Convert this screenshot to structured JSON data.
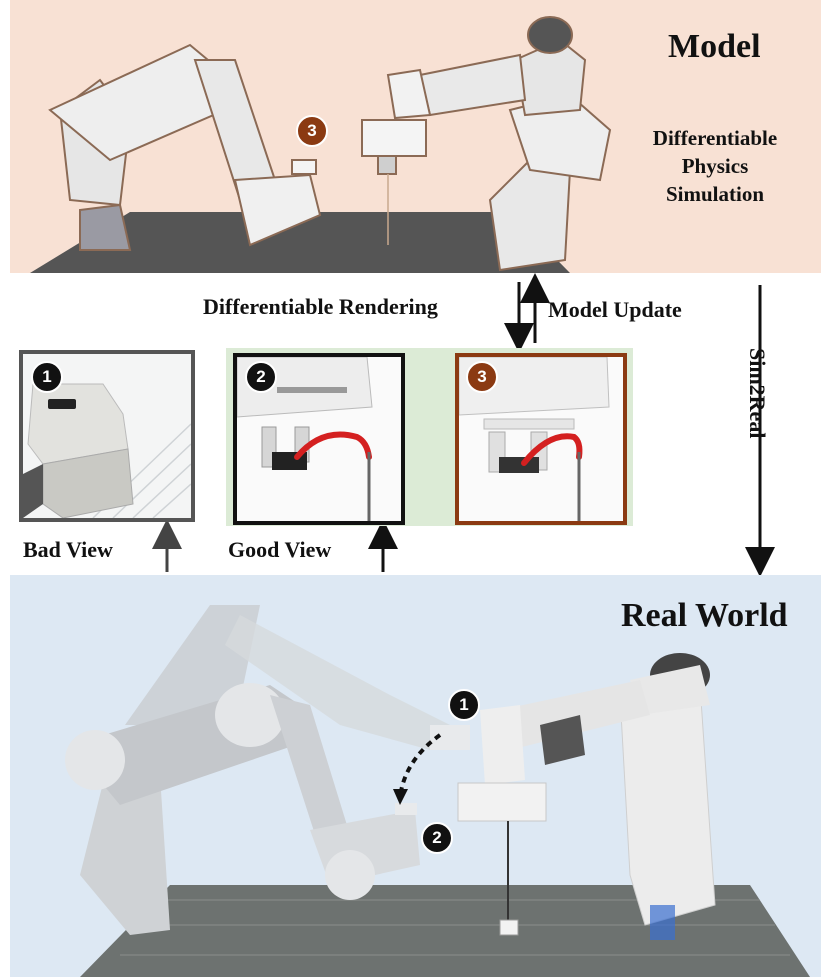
{
  "model": {
    "title": "Model",
    "subtitle_lines": [
      "Differentiable",
      "Physics",
      "Simulation"
    ],
    "marker": "3"
  },
  "middle": {
    "rendering_label": "Differentiable Rendering",
    "update_label": "Model Update",
    "sim2real_label": "Sim2Real",
    "bad_view_label": "Bad View",
    "good_view_label": "Good View",
    "view1_marker": "1",
    "view2_marker": "2",
    "view3_marker": "3"
  },
  "real": {
    "title": "Real World",
    "marker1": "1",
    "marker2": "2"
  },
  "colors": {
    "model_bg": "#f8e1d4",
    "real_bg": "#dde8f3",
    "compare_bg": "#dcebd6",
    "sim_accent": "#8b3a12",
    "rope": "#d42020"
  }
}
